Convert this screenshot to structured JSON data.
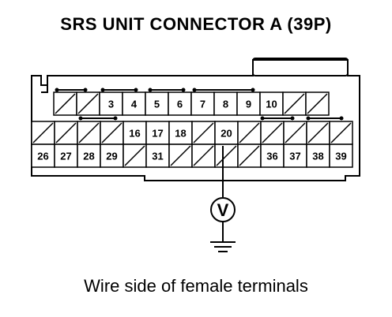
{
  "title": "SRS UNIT CONNECTOR A (39P)",
  "caption": "Wire side of female terminals",
  "meter_symbol": "V",
  "ground_icon": "ground-icon",
  "connector": {
    "rows": [
      [
        "",
        "",
        "3",
        "4",
        "5",
        "6",
        "7",
        "8",
        "9",
        "10",
        "",
        ""
      ],
      [
        "",
        "",
        "",
        "",
        "16",
        "17",
        "18",
        "",
        "20",
        "",
        "",
        "",
        "",
        ""
      ],
      [
        "26",
        "27",
        "28",
        "29",
        "",
        "31",
        "",
        "",
        "",
        "",
        "36",
        "37",
        "38",
        "39"
      ]
    ]
  }
}
